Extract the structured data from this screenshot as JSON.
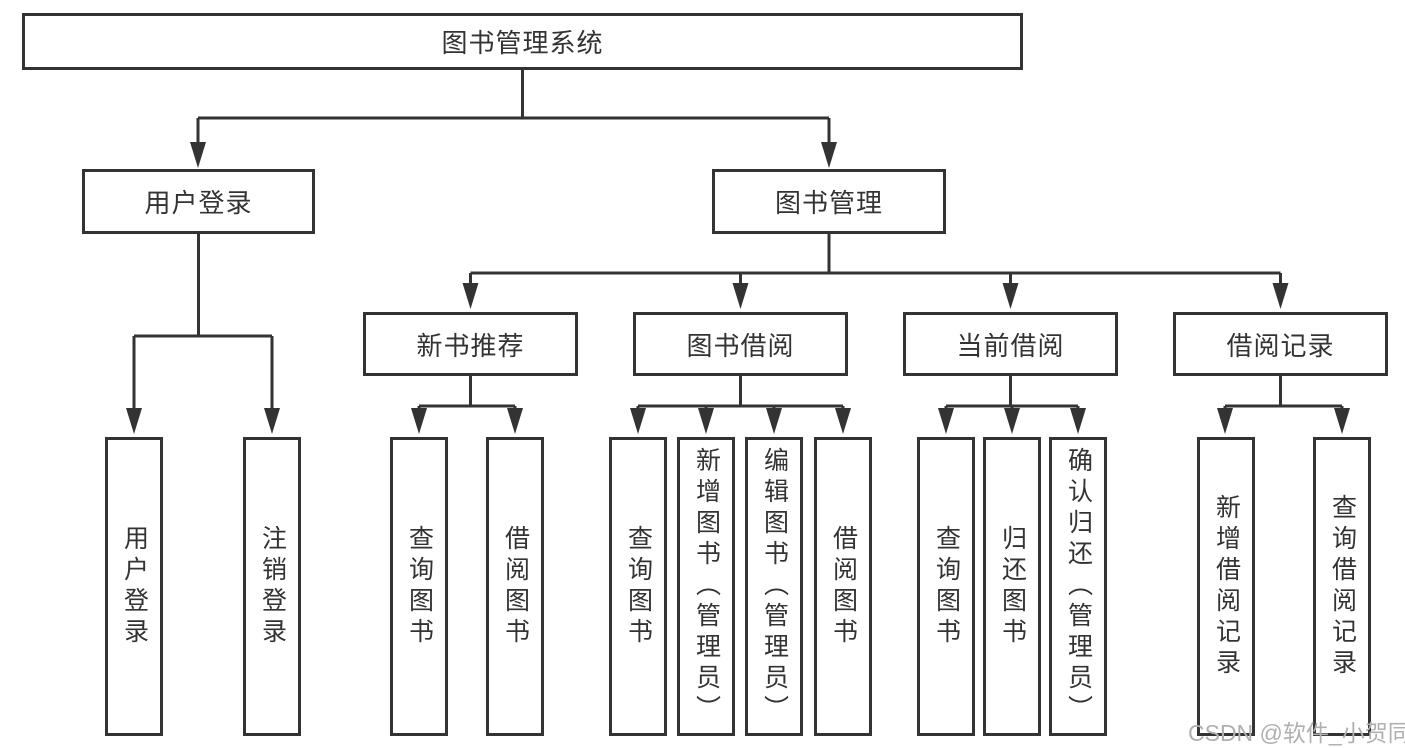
{
  "colors": {
    "line": "#333333",
    "text": "#333333",
    "watermark": "#b0b0b0",
    "background": "#ffffff"
  },
  "diagram": {
    "root": {
      "label": "图书管理系统"
    },
    "branches": [
      {
        "label": "用户登录",
        "children": [
          {
            "label": "用户登录"
          },
          {
            "label": "注销登录"
          }
        ]
      },
      {
        "label": "图书管理",
        "children": [
          {
            "label": "新书推荐",
            "children": [
              {
                "label": "查询图书"
              },
              {
                "label": "借阅图书"
              }
            ]
          },
          {
            "label": "图书借阅",
            "children": [
              {
                "label": "查询图书"
              },
              {
                "label": "新增图书（管理员）"
              },
              {
                "label": "编辑图书（管理员）"
              },
              {
                "label": "借阅图书"
              }
            ]
          },
          {
            "label": "当前借阅",
            "children": [
              {
                "label": "查询图书"
              },
              {
                "label": "归还图书"
              },
              {
                "label": "确认归还（管理员）"
              }
            ]
          },
          {
            "label": "借阅记录",
            "children": [
              {
                "label": "新增借阅记录"
              },
              {
                "label": "查询借阅记录"
              }
            ]
          }
        ]
      }
    ]
  },
  "watermark": {
    "text": "CSDN @软件_小贺同学"
  }
}
